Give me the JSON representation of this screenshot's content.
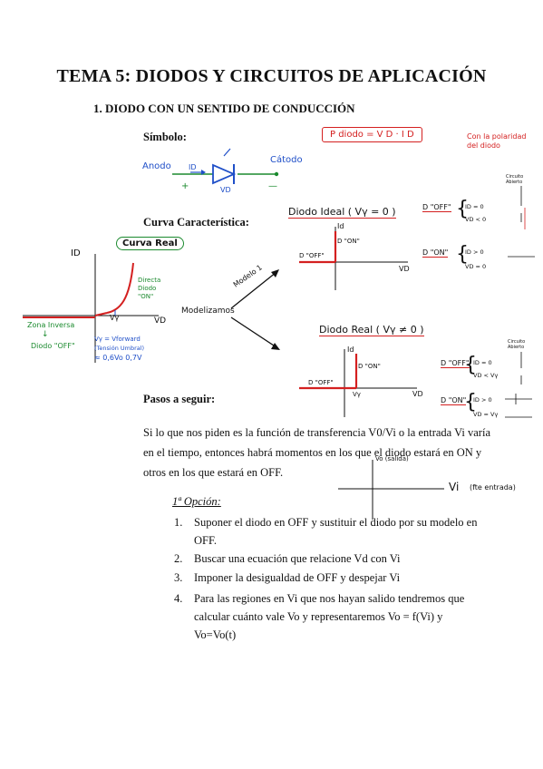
{
  "title": "TEMA 5: DIODOS Y CIRCUITOS DE APLICACIÓN",
  "section1": "1.  DIODO CON UN SENTIDO DE CONDUCCIÓN",
  "labels": {
    "simbolo": "Símbolo:",
    "curva": "Curva Característica:",
    "pasos": "Pasos a seguir:"
  },
  "symbol": {
    "formula": "P diodo = V D · I D",
    "anodo": "Anodo",
    "catodo": "Cátodo",
    "id": "ID",
    "vd": "VD",
    "plus": "+",
    "minus": "—",
    "polarity_note": "Con la polaridad del diodo"
  },
  "curve": {
    "id_axis": "ID",
    "curva_real": "Curva Real",
    "directa": "Directa Diodo \"ON\"",
    "vy": "Vγ",
    "vd_axis": "VD",
    "zona_inversa": "Zona Inversa",
    "diodo_off": "Diodo \"OFF\"",
    "vy_note1": "Vγ = Vforward",
    "vy_note2": "(Tensión Umbral)",
    "vy_note3": "≈ 0,6Vo 0,7V",
    "modelizamos": "Modelizamos",
    "modelo1": "Modelo 1"
  },
  "ideal": {
    "title": "Diodo Ideal ( Vγ = 0 )",
    "id_axis": "Id",
    "on": "D \"ON\"",
    "off": "D \"OFF\"",
    "vd_axis": "VD",
    "off_box": "D \"OFF\"",
    "off_cond1": "ID = 0",
    "off_cond2": "VD < 0",
    "on_box": "D \"ON\"",
    "on_cond1": "ID > 0",
    "on_cond2": "VD = 0",
    "circuito_abierto": "Circuito Abierto"
  },
  "real": {
    "title": "Diodo Real ( Vγ ≠ 0 )",
    "id_axis": "Id",
    "on": "D \"ON\"",
    "off": "D \"OFF\"",
    "vd_axis": "VD",
    "vy": "Vγ",
    "off_box": "D \"OFF\"",
    "off_cond1": "ID = 0",
    "off_cond2": "VD < Vγ",
    "on_box": "D \"ON\"",
    "on_cond1": "ID > 0",
    "on_cond2": "VD = Vγ",
    "circuito_abierto": "Circuito Abierto"
  },
  "paragraph": [
    "Si lo que nos piden es la función de transferencia V0/Vi o la entrada Vi varía",
    "en el tiempo, entonces habrá momentos en los que el diodo estará en ON y",
    "otros en los que estará en OFF."
  ],
  "transfer": {
    "vo": "Vo (salida)",
    "vi": "Vi",
    "fte": "(fte entrada)"
  },
  "option_title": "1ª Opción:",
  "steps": [
    {
      "num": "1.",
      "lines": [
        "Suponer el diodo en OFF y sustituir el diodo por su modelo en",
        "OFF."
      ]
    },
    {
      "num": "2.",
      "lines": [
        "Buscar una ecuación que relacione Vd con Vi"
      ]
    },
    {
      "num": "3.",
      "lines": [
        "Imponer la desigualdad  de OFF y despejar Vi"
      ]
    },
    {
      "num": "4.",
      "lines": [
        "Para las regiones en  Vi que nos hayan salido tendremos que",
        "calcular cuánto vale Vo y representaremos Vo = f(Vi) y",
        "Vo=Vo(t)"
      ]
    }
  ],
  "colors": {
    "ink": "#111111",
    "red": "#d42020",
    "blue": "#1f4fc8",
    "green": "#1b8a2e"
  }
}
